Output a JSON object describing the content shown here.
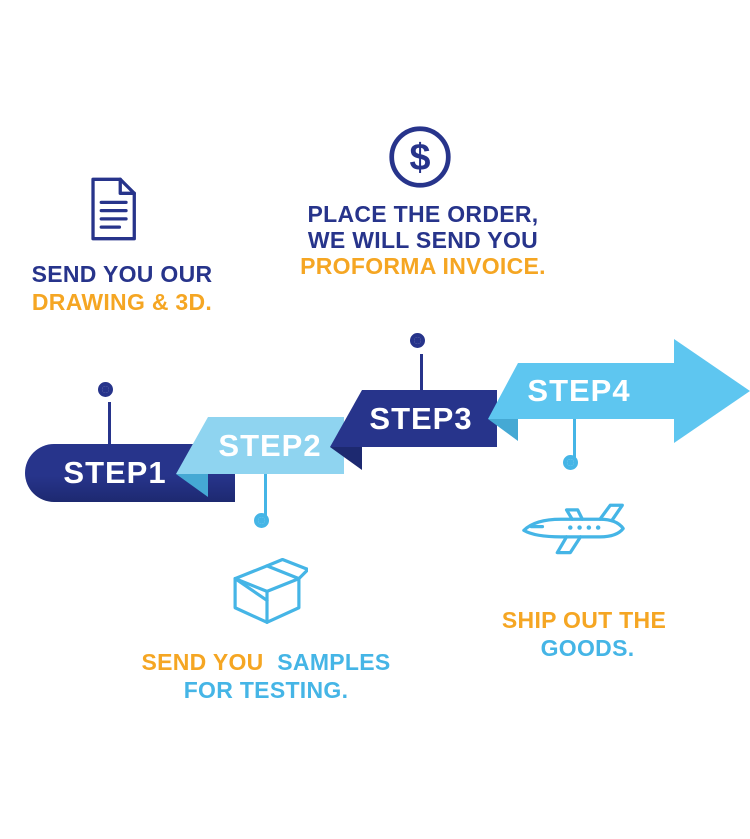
{
  "colors": {
    "navy": "#27348B",
    "navy-dark": "#1D2970",
    "cyan": "#45B5E6",
    "cyan-light": "#8FD4F0",
    "cyan-mid": "#5EC6F0",
    "cyan-dark": "#45A9D4",
    "orange": "#F5A623",
    "white": "#FFFFFF"
  },
  "steps": [
    {
      "label": "STEP1",
      "icon": "document-icon",
      "banner_color": "navy",
      "caption": [
        {
          "segments": [
            {
              "text": "SEND YOU OUR",
              "color": "navy"
            }
          ]
        },
        {
          "segments": [
            {
              "text": "DRAWING & 3D.",
              "color": "orange"
            }
          ]
        }
      ]
    },
    {
      "label": "STEP2",
      "icon": "box-icon",
      "banner_color": "cyan-light",
      "caption": [
        {
          "segments": [
            {
              "text": "SEND YOU",
              "color": "orange"
            },
            {
              "text": "SAMPLES",
              "color": "cyan"
            }
          ]
        },
        {
          "segments": [
            {
              "text": "FOR TESTING.",
              "color": "cyan"
            }
          ]
        }
      ]
    },
    {
      "label": "STEP3",
      "icon": "dollar-icon",
      "banner_color": "navy",
      "caption": [
        {
          "segments": [
            {
              "text": "PLACE THE ORDER,",
              "color": "navy"
            }
          ]
        },
        {
          "segments": [
            {
              "text": "WE WILL SEND YOU",
              "color": "navy"
            }
          ]
        },
        {
          "segments": [
            {
              "text": "PROFORMA INVOICE.",
              "color": "orange"
            }
          ]
        }
      ]
    },
    {
      "label": "STEP4",
      "icon": "plane-icon",
      "banner_color": "cyan-mid",
      "caption": [
        {
          "segments": [
            {
              "text": "SHIP OUT THE",
              "color": "orange"
            },
            {
              "text": "GOODS.",
              "color": "cyan"
            }
          ]
        }
      ]
    }
  ]
}
